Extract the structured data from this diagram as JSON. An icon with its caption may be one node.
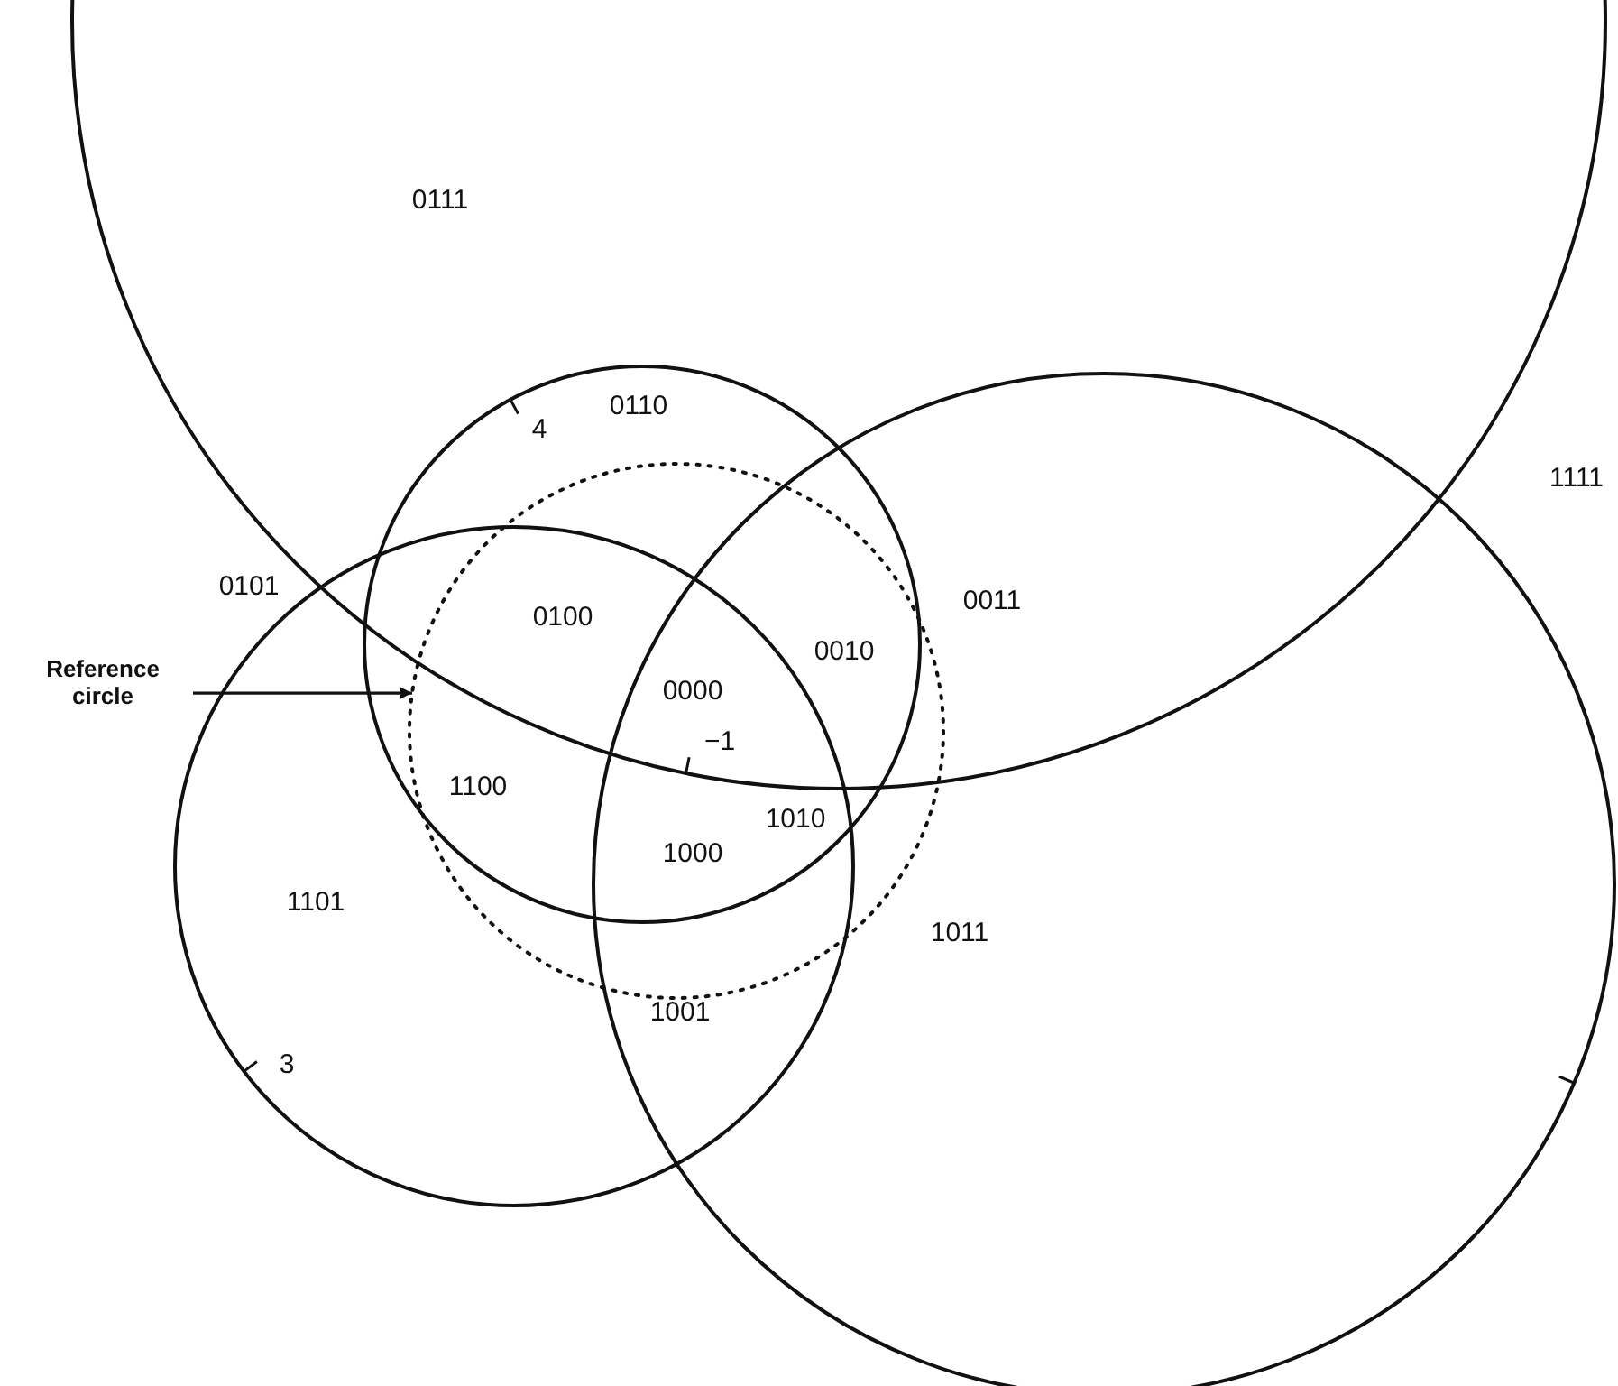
{
  "diagram": {
    "nodes": [
      {
        "text": [
          "Reference circle"
        ]
      },
      {
        "text": [],
        "shape": "circle"
      }
    ],
    "edges": [
      {
        "from": 0,
        "to": 1,
        "arrow": "to"
      }
    ],
    "labels": [
      "0111",
      "0110",
      "4",
      "1111",
      "0101",
      "0011",
      "0100",
      "0010",
      "0000",
      "−1",
      "1100",
      "1010",
      "1000",
      "1101",
      "1011",
      "1001",
      "3"
    ]
  }
}
